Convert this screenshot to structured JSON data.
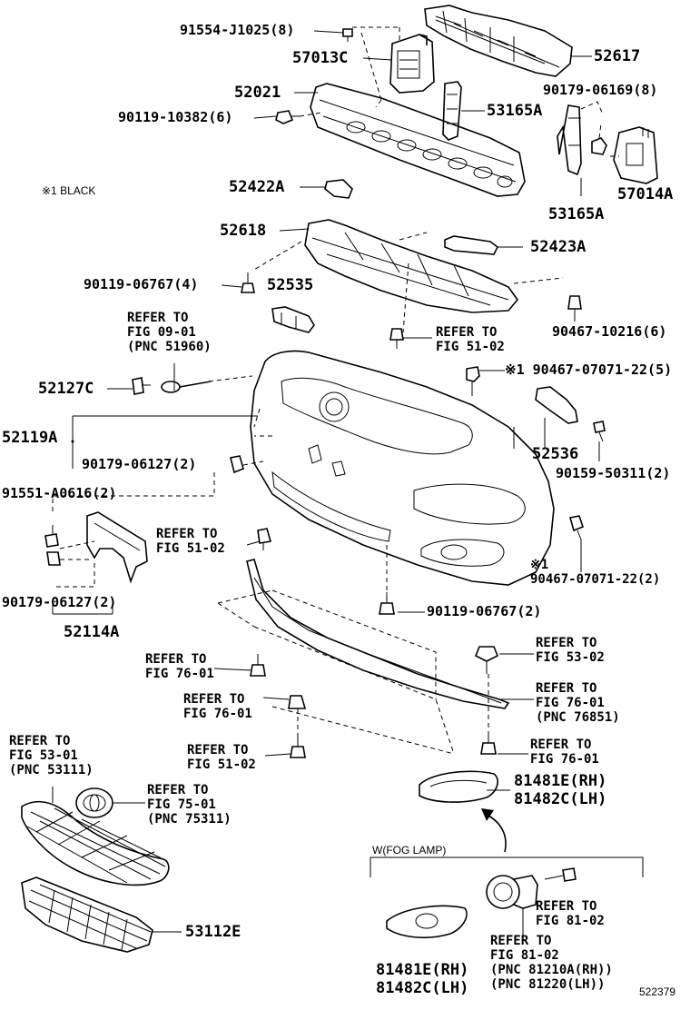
{
  "labels": {
    "p91554": "91554-J1025(8)",
    "p57013c": "57013C",
    "p52617": "52617",
    "p52021": "52021",
    "p90179_06169": "90179-06169(8)",
    "p90119_10382": "90119-10382(6)",
    "p53165a_top": "53165A",
    "black_note": "※1 BLACK",
    "p52422a": "52422A",
    "p57014a": "57014A",
    "p53165a_bot": "53165A",
    "p52618": "52618",
    "p52423a": "52423A",
    "p90119_06767_4": "90119-06767(4)",
    "p52535": "52535",
    "ref_0901": "REFER TO\nFIG 09-01\n(PNC 51960)",
    "ref_5102_a": "REFER TO\nFIG 51-02",
    "p90467_10216": "90467-10216(6)",
    "p90467_07071_a": "※1 90467-07071-22(5)",
    "p52127c": "52127C",
    "p52119a": "52119A",
    "p52536": "52536",
    "p90179_06127_a": "90179-06127(2)",
    "p90159_50311": "90159-50311(2)",
    "p91551_a0616": "91551-A0616(2)",
    "ref_5102_b": "REFER TO\nFIG 51-02",
    "p90467_07071_b": "※1\n90467-07071-22(2)",
    "p90179_06127_b": "90179-06127(2)",
    "p90119_06767_2": "90119-06767(2)",
    "p52114a": "52114A",
    "ref_7601_a": "REFER TO\nFIG 76-01",
    "ref_5302": "REFER TO\nFIG 53-02",
    "ref_7601_b": "REFER TO\nFIG 76-01",
    "ref_7601_c": "REFER TO\nFIG 76-01\n(PNC 76851)",
    "ref_5301": "REFER TO\nFIG 53-01\n(PNC 53111)",
    "ref_5102_c": "REFER TO\nFIG 51-02",
    "ref_7601_d": "REFER TO\nFIG 76-01",
    "p81481e_a": "81481E(RH)",
    "p81482c_a": "81482C(LH)",
    "ref_7501": "REFER TO\nFIG 75-01\n(PNC 75311)",
    "fog_lamp": "W(FOG LAMP)",
    "ref_8102_a": "REFER TO\nFIG 81-02",
    "ref_8102_b": "REFER TO\nFIG 81-02\n(PNC 81210A(RH))\n(PNC 81220(LH))",
    "p53112e": "53112E",
    "p81481e_b": "81481E(RH)",
    "p81482c_b": "81482C(LH)",
    "diagram_no": "522379"
  },
  "icons": [
    "bolt-icon",
    "clip-icon",
    "toyota-emblem-icon",
    "arrow-icon"
  ]
}
